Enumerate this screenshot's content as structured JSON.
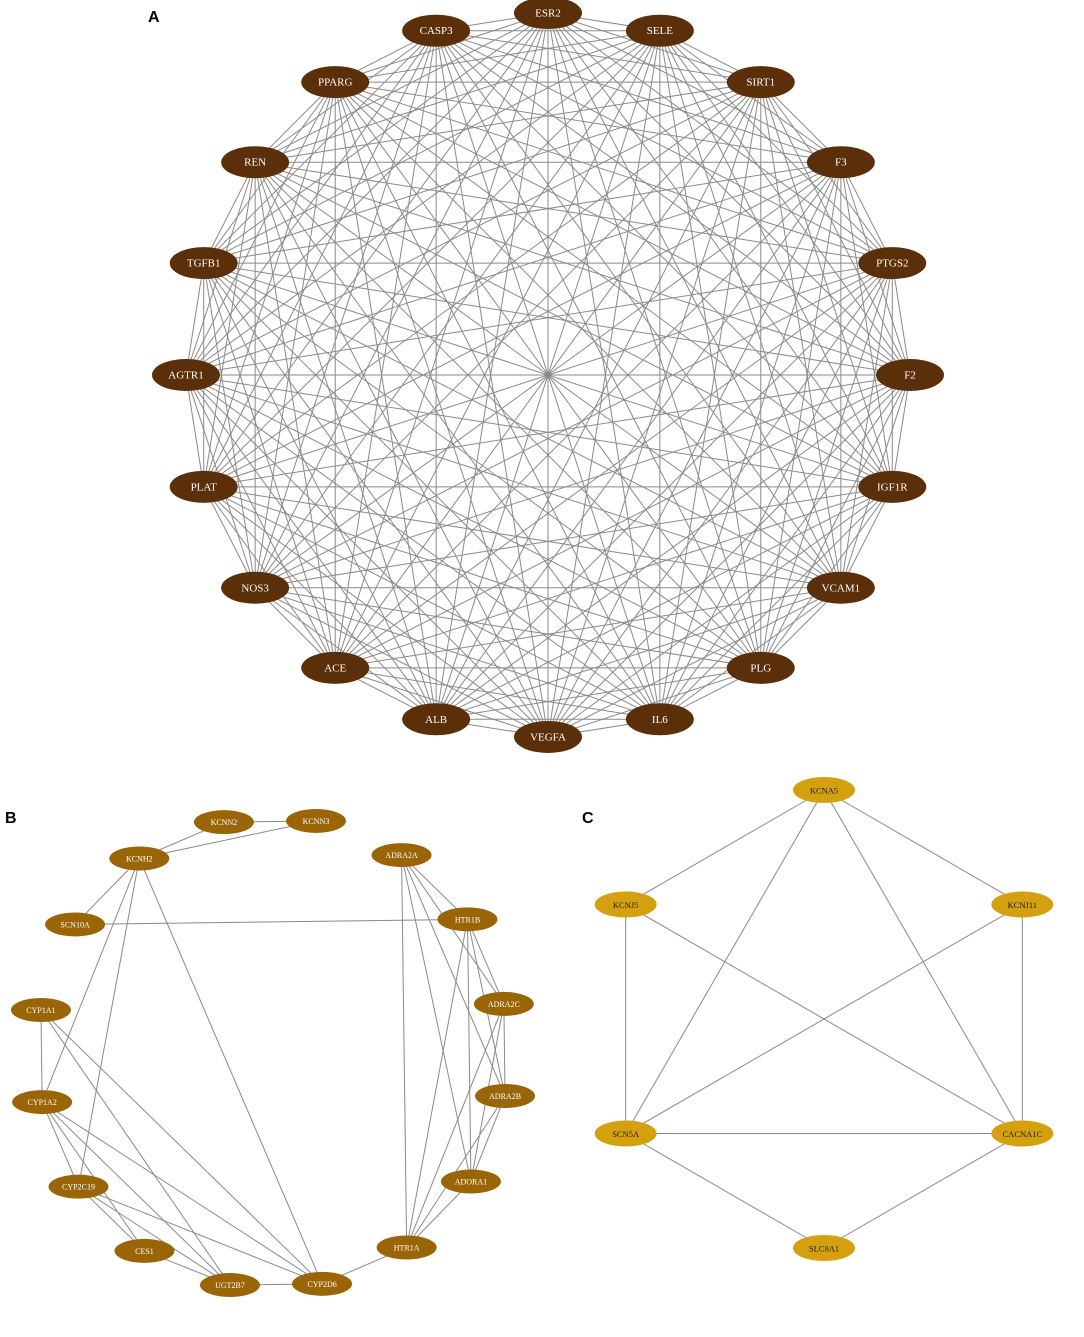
{
  "panels": [
    {
      "label": "A",
      "node_color": "#5c2f0b",
      "text_color": "#ffffff",
      "nodes": [
        "ESR2",
        "SELE",
        "SIRT1",
        "F3",
        "PTGS2",
        "F2",
        "IGF1R",
        "VCAM1",
        "PLG",
        "IL6",
        "VEGFA",
        "ALB",
        "ACE",
        "NOS3",
        "PLAT",
        "AGTR1",
        "TGFB1",
        "REN",
        "PPARG",
        "CASP3"
      ],
      "edges": []
    },
    {
      "label": "B",
      "node_color": "#9a6507",
      "text_color": "#ffffff",
      "nodes": [
        "KCNN2",
        "KCNN3",
        "ADRA2A",
        "HTR1B",
        "ADRA2C",
        "ADRA2B",
        "ADORA1",
        "HTR1A",
        "CYP2D6",
        "UGT2B7",
        "CES1",
        "CYP2C19",
        "CYP1A2",
        "CYP1A1",
        "SCN10A",
        "KCNH2"
      ],
      "edges": [
        [
          "KCNN2",
          "KCNN3"
        ],
        [
          "KCNN2",
          "KCNH2"
        ],
        [
          "KCNN3",
          "KCNH2"
        ],
        [
          "KCNH2",
          "SCN10A"
        ],
        [
          "KCNH2",
          "CYP2D6"
        ],
        [
          "KCNH2",
          "CYP1A2"
        ],
        [
          "KCNH2",
          "CYP2C19"
        ],
        [
          "SCN10A",
          "HTR1B"
        ],
        [
          "ADRA2A",
          "HTR1B"
        ],
        [
          "ADRA2A",
          "ADRA2C"
        ],
        [
          "ADRA2A",
          "ADRA2B"
        ],
        [
          "ADRA2A",
          "ADORA1"
        ],
        [
          "ADRA2A",
          "HTR1A"
        ],
        [
          "HTR1B",
          "ADRA2C"
        ],
        [
          "HTR1B",
          "ADRA2B"
        ],
        [
          "HTR1B",
          "ADORA1"
        ],
        [
          "HTR1B",
          "HTR1A"
        ],
        [
          "ADRA2C",
          "ADRA2B"
        ],
        [
          "ADRA2C",
          "ADORA1"
        ],
        [
          "ADRA2C",
          "HTR1A"
        ],
        [
          "ADRA2B",
          "ADORA1"
        ],
        [
          "ADRA2B",
          "HTR1A"
        ],
        [
          "ADORA1",
          "HTR1A"
        ],
        [
          "HTR1A",
          "CYP2D6"
        ],
        [
          "CYP2D6",
          "UGT2B7"
        ],
        [
          "CYP2D6",
          "CYP1A2"
        ],
        [
          "CYP2D6",
          "CYP1A1"
        ],
        [
          "CYP2D6",
          "CYP2C19"
        ],
        [
          "UGT2B7",
          "CES1"
        ],
        [
          "UGT2B7",
          "CYP2C19"
        ],
        [
          "UGT2B7",
          "CYP1A2"
        ],
        [
          "UGT2B7",
          "CYP1A1"
        ],
        [
          "CES1",
          "CYP2C19"
        ],
        [
          "CES1",
          "CYP1A2"
        ],
        [
          "CYP2C19",
          "CYP1A2"
        ],
        [
          "CYP1A2",
          "CYP1A1"
        ]
      ]
    },
    {
      "label": "C",
      "node_color": "#d4a010",
      "text_color": "#1a1a1a",
      "nodes": [
        "KCNA5",
        "KCNJ11",
        "CACNA1C",
        "SLC8A1",
        "SCN5A",
        "KCNJ5"
      ],
      "edges": [
        [
          "KCNA5",
          "KCNJ5"
        ],
        [
          "KCNA5",
          "KCNJ11"
        ],
        [
          "KCNA5",
          "SCN5A"
        ],
        [
          "KCNA5",
          "CACNA1C"
        ],
        [
          "KCNJ5",
          "SCN5A"
        ],
        [
          "KCNJ5",
          "CACNA1C"
        ],
        [
          "KCNJ11",
          "SCN5A"
        ],
        [
          "KCNJ11",
          "CACNA1C"
        ],
        [
          "SCN5A",
          "CACNA1C"
        ],
        [
          "SCN5A",
          "SLC8A1"
        ],
        [
          "CACNA1C",
          "SLC8A1"
        ]
      ]
    }
  ]
}
